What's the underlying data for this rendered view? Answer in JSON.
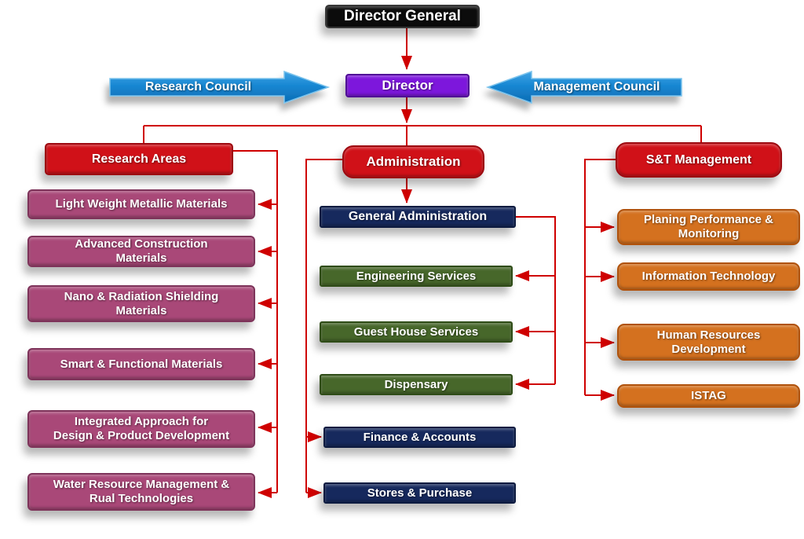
{
  "nodes": {
    "director_general": "Director General",
    "director": "Director",
    "research_council": "Research Council",
    "management_council": "Management Council"
  },
  "research": {
    "header": "Research Areas",
    "items": [
      "Light Weight Metallic Materials",
      "Advanced Construction\nMaterials",
      "Nano & Radiation Shielding\nMaterials",
      "Smart & Functional Materials",
      "Integrated Approach for\nDesign & Product Development",
      "Water Resource Management &\nRual Technologies"
    ]
  },
  "administration": {
    "header": "Administration",
    "general_administration": "General Administration",
    "services": [
      "Engineering Services",
      "Guest House Services",
      "Dispensary"
    ],
    "departments": [
      "Finance & Accounts",
      "Stores & Purchase"
    ]
  },
  "st_management": {
    "header": "S&T Management",
    "items": [
      "Planing Performance &\nMonitoring",
      "Information Technology",
      "Human Resources\nDevelopment",
      "ISTAG"
    ]
  },
  "colors": {
    "black_box": "#0c0c0c",
    "purple_box": "#7d17dc",
    "red_box": "#d01118",
    "pink_box": "#a94878",
    "navy_box": "#16295d",
    "green_box": "#47672a",
    "orange_box": "#d4711f",
    "council_arrow_blue": "#1787d2",
    "connector_red": "#cf0000"
  }
}
